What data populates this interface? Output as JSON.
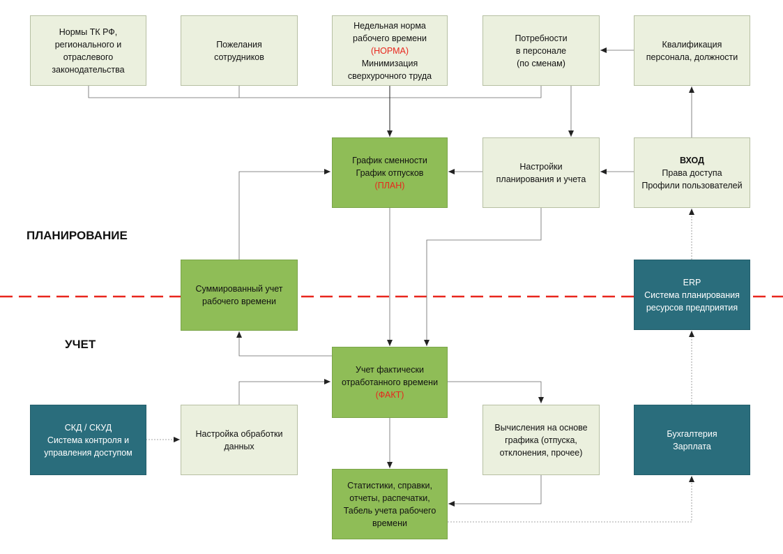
{
  "sections": {
    "planning": "ПЛАНИРОВАНИЕ",
    "accounting": "УЧЕТ"
  },
  "boxes": {
    "norms": [
      "Нормы ТК РФ,",
      "регионального и",
      "отраслевого",
      "законодательства"
    ],
    "wishes": [
      "Пожелания",
      "сотрудников"
    ],
    "weekly": {
      "l1": "Недельная норма",
      "l2": "рабочего времени",
      "red": "(НОРМА)",
      "l3": "Минимизация",
      "l4": "сверхурочного труда"
    },
    "needs": [
      "Потребности",
      "в персонале",
      "(по сменам)"
    ],
    "qual": [
      "Квалификация",
      "персонала, должности"
    ],
    "schedule": {
      "l1": "График сменности",
      "l2": "График отпусков",
      "red": "(ПЛАН)"
    },
    "settings": [
      "Настройки",
      "планирования и учета"
    ],
    "entry": {
      "bold": "ВХОД",
      "l1": "Права доступа",
      "l2": "Профили пользователей"
    },
    "summed": [
      "Суммированный учет",
      "рабочего времени"
    ],
    "erp": [
      "ERP",
      "Система планирования",
      "ресурсов предприятия"
    ],
    "actual": {
      "l1": "Учет фактически",
      "l2": "отработанного времени",
      "red": "(ФАКТ)"
    },
    "skd": [
      "СКД / СКУД",
      "Система контроля и",
      "управления доступом"
    ],
    "processing": [
      "Настройка обработки",
      "данных"
    ],
    "calc": [
      "Вычисления на основе",
      "графика (отпуска,",
      "отклонения, прочее)"
    ],
    "accounting": [
      "Бухгалтерия",
      "Зарплата"
    ],
    "stats": [
      "Статистики, справки,",
      "отчеты, распечатки,",
      "Табель учета рабочего",
      "времени"
    ]
  },
  "colors": {
    "light": "#ebf0de",
    "green": "#8fbd57",
    "teal": "#2a6d7c",
    "accent_red": "#e8261d",
    "line": "#555555"
  }
}
